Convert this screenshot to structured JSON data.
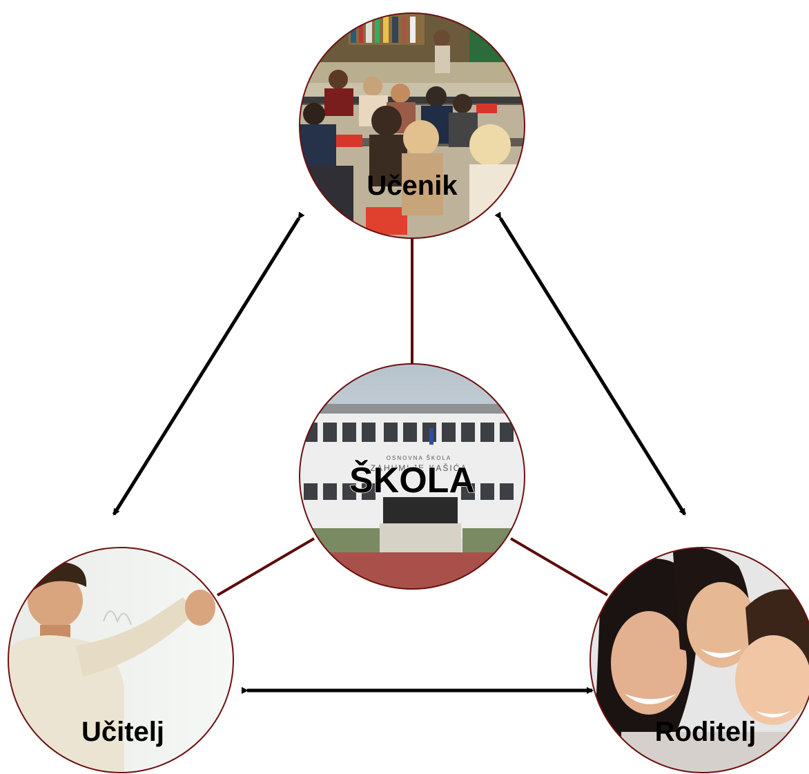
{
  "nodes": {
    "center": {
      "label": "ŠKOLA",
      "sign_line1": "OSNOVNA ŠKOLA",
      "sign_line2": "ZAHUMLJE KAŠIĆA"
    },
    "top": {
      "label": "Učenik"
    },
    "left": {
      "label": "Učitelj"
    },
    "right": {
      "label": "Roditelj"
    }
  },
  "colors": {
    "connector": "#5c0b0b",
    "circle_border": "#6b1010",
    "arrow": "#000000"
  }
}
